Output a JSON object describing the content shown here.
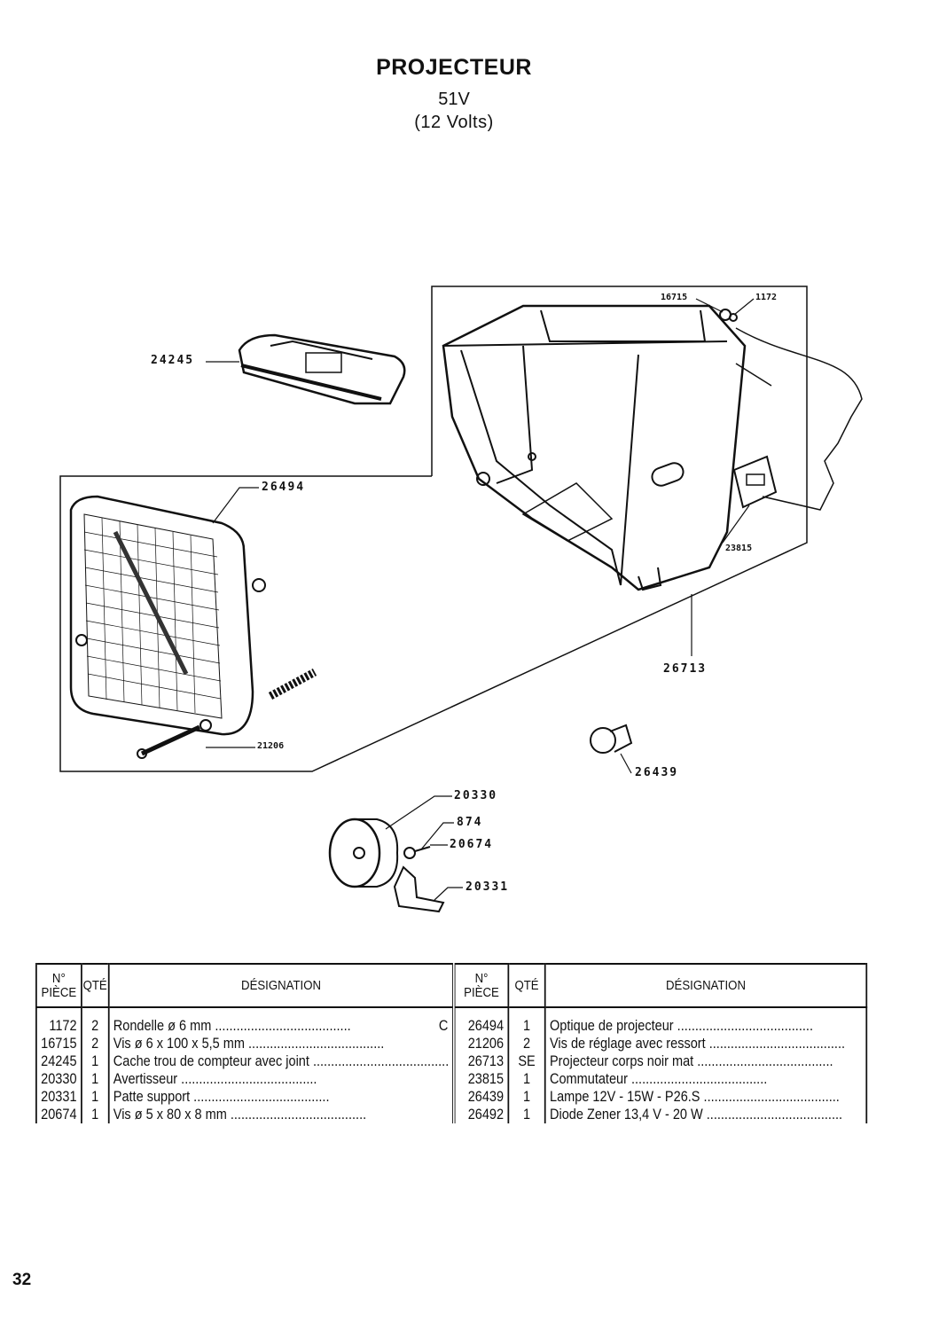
{
  "header": {
    "title": "PROJECTEUR",
    "model": "51V",
    "voltage": "(12 Volts)"
  },
  "callouts": {
    "c16715": "16715",
    "c1172": "1172",
    "c24245": "24245",
    "c26494": "26494",
    "c23815": "23815",
    "c26713": "26713",
    "c21206": "21206",
    "c26439": "26439",
    "c20330": "20330",
    "c874": "874",
    "c20674": "20674",
    "c20331": "20331"
  },
  "table": {
    "headers": {
      "piece": "N° PIÈCE",
      "qty": "QTÉ",
      "designation": "DÉSIGNATION"
    },
    "left": [
      {
        "piece": "1172",
        "qty": "2",
        "designation": "Rondelle ø 6 mm",
        "note": "C"
      },
      {
        "piece": "16715",
        "qty": "2",
        "designation": "Vis ø 6 x 100 x 5,5 mm",
        "note": ""
      },
      {
        "piece": "24245",
        "qty": "1",
        "designation": "Cache trou de compteur avec joint",
        "note": ""
      },
      {
        "piece": "20330",
        "qty": "1",
        "designation": "Avertisseur",
        "note": ""
      },
      {
        "piece": "20331",
        "qty": "1",
        "designation": "Patte support",
        "note": ""
      },
      {
        "piece": "20674",
        "qty": "1",
        "designation": "Vis ø 5 x 80 x 8 mm",
        "note": ""
      }
    ],
    "right": [
      {
        "piece": "26494",
        "qty": "1",
        "designation": "Optique de projecteur"
      },
      {
        "piece": "21206",
        "qty": "2",
        "designation": "Vis de réglage avec ressort"
      },
      {
        "piece": "26713",
        "qty": "SE",
        "designation": "Projecteur corps noir mat"
      },
      {
        "piece": "23815",
        "qty": "1",
        "designation": "Commutateur"
      },
      {
        "piece": "26439",
        "qty": "1",
        "designation": "Lampe 12V - 15W - P26.S"
      },
      {
        "piece": "26492",
        "qty": "1",
        "designation": "Diode Zener 13,4 V - 20 W"
      }
    ]
  },
  "footer": {
    "page_number": "32"
  }
}
